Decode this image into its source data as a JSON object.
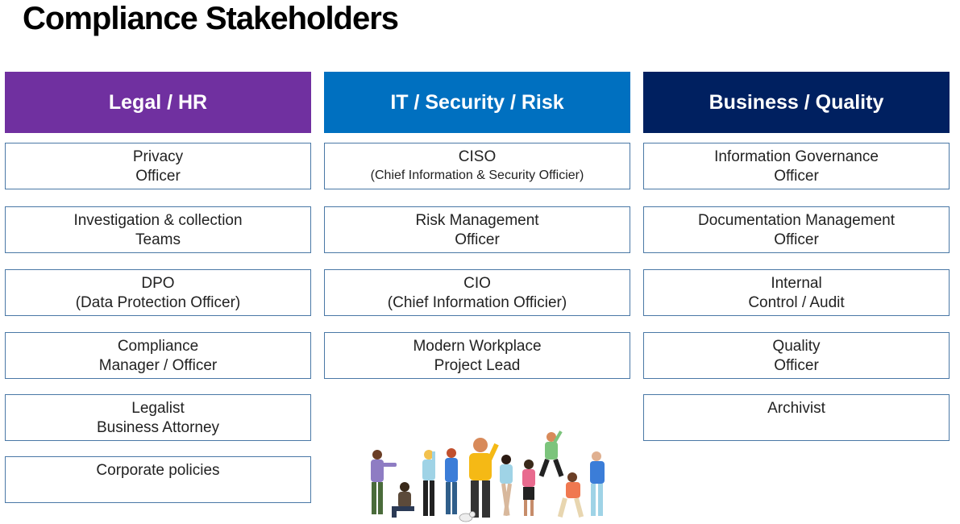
{
  "title": "Compliance Stakeholders",
  "colors": {
    "legal": "#7030a0",
    "it": "#0070c0",
    "business": "#002060",
    "box_border": "#4a78a6"
  },
  "columns": [
    {
      "header": "Legal / HR",
      "items": [
        {
          "line1": "Privacy",
          "line2": "Officer"
        },
        {
          "line1": "Investigation & collection",
          "line2": "Teams"
        },
        {
          "line1": "DPO",
          "line2": "(Data Protection Officer)"
        },
        {
          "line1": "Compliance",
          "line2": "Manager / Officer"
        },
        {
          "line1": "Legalist",
          "line2": "Business Attorney"
        },
        {
          "line1": "Corporate policies",
          "line2": ""
        }
      ]
    },
    {
      "header": "IT / Security / Risk",
      "items": [
        {
          "line1": "CISO",
          "line2": "(Chief Information & Security Officier)"
        },
        {
          "line1": "Risk Management",
          "line2": "Officer"
        },
        {
          "line1": "CIO",
          "line2": "(Chief Information Officier)"
        },
        {
          "line1": "Modern Workplace",
          "line2": "Project Lead"
        }
      ]
    },
    {
      "header": "Business / Quality",
      "items": [
        {
          "line1": "Information Governance",
          "line2": "Officer"
        },
        {
          "line1": "Documentation Management",
          "line2": "Officer"
        },
        {
          "line1": "Internal",
          "line2": "Control / Audit"
        },
        {
          "line1": "Quality",
          "line2": "Officer"
        },
        {
          "line1": "Archivist",
          "line2": ""
        }
      ]
    }
  ]
}
